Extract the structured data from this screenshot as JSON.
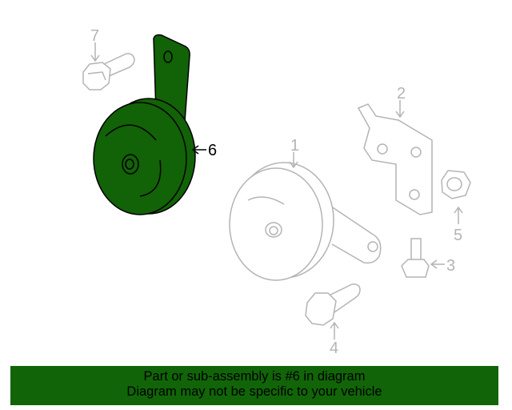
{
  "diagram": {
    "callouts": [
      "1",
      "2",
      "3",
      "4",
      "5",
      "6",
      "7"
    ],
    "highlight_part": "6",
    "colors": {
      "highlight": "#126207",
      "outline": "#b4b4b4",
      "banner": "#116508"
    }
  },
  "banner": {
    "line1": "Part or sub-assembly is #6 in diagram",
    "line2": "Diagram may not be specific to your vehicle"
  }
}
